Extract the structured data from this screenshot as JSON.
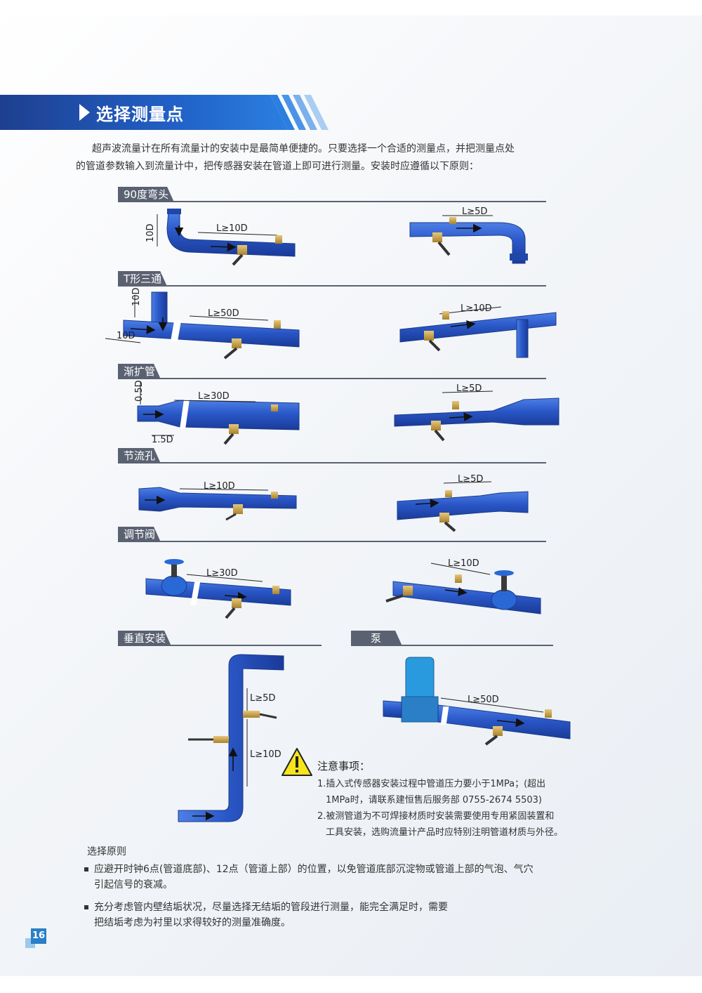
{
  "section_title": "选择测量点",
  "intro": {
    "line1": "超声波流量计在所有流量计的安装中是最简单便捷的。只要选择一个合适的测量点，并把测量点处",
    "line2": "的管道参数输入到流量计中，把传感器安装在管道上即可进行测量。安装时应遵循以下原则："
  },
  "sections": {
    "elbow": {
      "label": "90度弯头",
      "left_v": "10D",
      "left_h": "L≥10D",
      "right_h": "L≥5D"
    },
    "tee": {
      "label": "T形三通",
      "left_v": "10D",
      "left_bottom": "10D",
      "left_h": "L≥50D",
      "right_h": "L≥10D"
    },
    "expander": {
      "label": "渐扩管",
      "left_v": "0.5D",
      "left_bottom": "1.5D",
      "left_h": "L≥30D",
      "right_h": "L≥5D"
    },
    "orifice": {
      "label": "节流孔",
      "left_h": "L≥10D",
      "right_h": "L≥5D"
    },
    "valve": {
      "label": "调节阀",
      "left_h": "L≥30D",
      "right_h": "L≥10D"
    },
    "vertical": {
      "label": "垂直安装",
      "upper": "L≥5D",
      "lower": "L≥10D"
    },
    "pump": {
      "label": "泵",
      "h": "L≥50D"
    }
  },
  "notes": {
    "title": "注意事项：",
    "item1_a": "1.插入式传感器安装过程中管道压力要小于1MPa；(超出",
    "item1_b": "1MPa时，请联系建恒售后服务部  0755-2674 5503)",
    "item2_a": "2.被测管道为不可焊接材质时安装需要使用专用紧固装置和",
    "item2_b": "工具安装，选购流量计产品时应特别注明管道材质与外径。"
  },
  "principles": {
    "title": "选择原则",
    "item1_a": "应避开时钟6点(管道底部)、12点（管道上部）的位置，以免管道底部沉淀物或管道上部的气泡、气穴",
    "item1_b": "引起信号的衰减。",
    "item2_a": "充分考虑管内壁结垢状况，尽量选择无结垢的管段进行测量，能完全满足时，需要",
    "item2_b": "把结垢考虑为衬里以求得较好的测量准确度。"
  },
  "page_number": "16",
  "icons": {
    "banner": "play-triangle-icon",
    "warning": "warning-icon"
  },
  "colors": {
    "banner": "#2160c6",
    "pipe": "#2a58c8",
    "section_tab": "#5a6272",
    "page_badge": "#2a7fc7"
  }
}
